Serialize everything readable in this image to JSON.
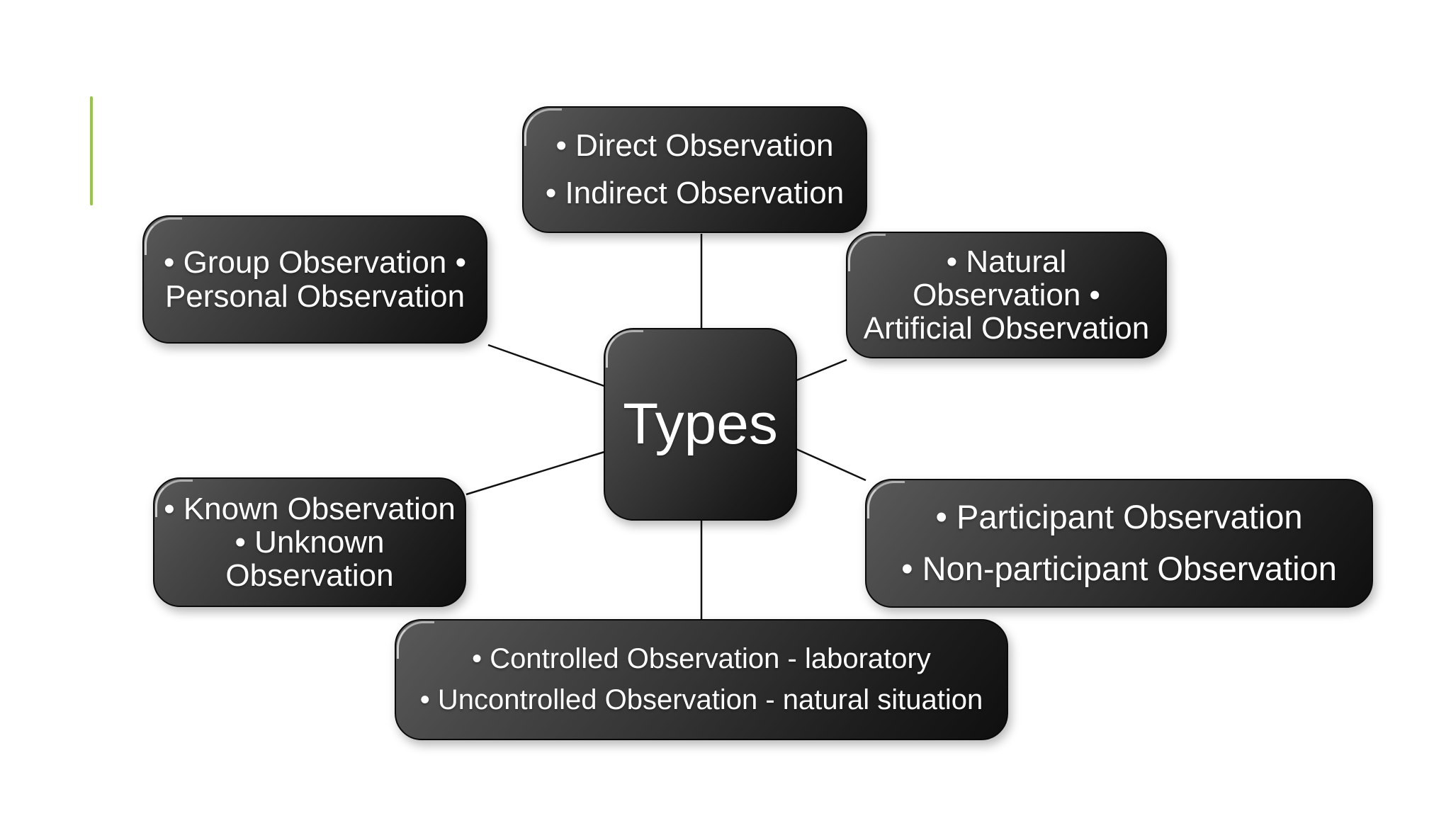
{
  "slide": {
    "background": "#ffffff",
    "accent_line_color": "#94c83d"
  },
  "diagram": {
    "center": {
      "label": "Types"
    },
    "nodes": {
      "top": {
        "lines": [
          "• Direct Observation",
          "• Indirect Observation"
        ]
      },
      "top_left": {
        "lines": [
          "• Group Observation •",
          "Personal Observation"
        ]
      },
      "top_right": {
        "lines": [
          "• Natural",
          "Observation •",
          "Artificial Observation"
        ]
      },
      "bottom_left": {
        "lines": [
          "• Known Observation",
          "• Unknown",
          "Observation"
        ]
      },
      "bottom_right": {
        "lines": [
          "• Participant Observation",
          "• Non-participant Observation"
        ]
      },
      "bottom": {
        "lines": [
          "• Controlled Observation - laboratory",
          "• Uncontrolled Observation - natural situation"
        ]
      }
    },
    "colors": {
      "box_gradient_light": "#595959",
      "box_gradient_dark": "#0f0f0f",
      "box_border": "#0a0a0a",
      "text": "#ffffff",
      "connector": "#111111"
    }
  }
}
